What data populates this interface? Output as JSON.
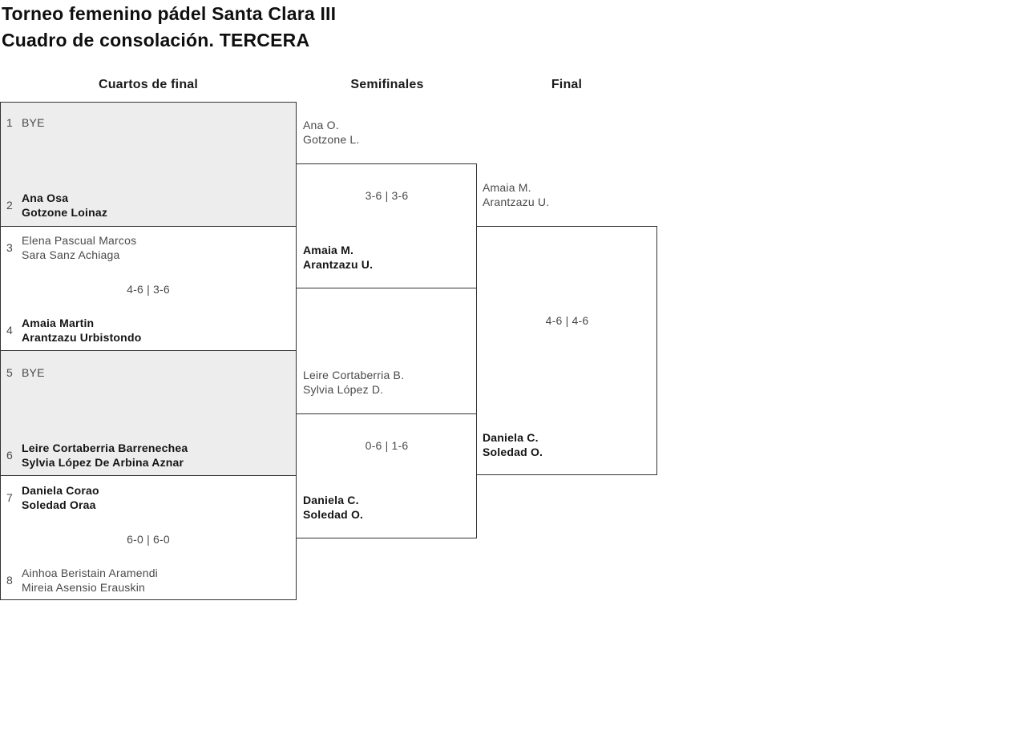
{
  "title": {
    "line1": "Torneo femenino pádel Santa Clara III",
    "line2": "Cuadro de consolación. TERCERA"
  },
  "colors": {
    "shaded_box_bg": "#ededed",
    "box_border": "#333333",
    "text_regular": "#4a4a4a",
    "text_winner": "#141414",
    "page_bg": "#ffffff"
  },
  "rounds": {
    "quarterfinals": {
      "label": "Cuartos de final",
      "matches": [
        {
          "top": {
            "seed": "1",
            "players": [
              "BYE"
            ]
          },
          "bottom": {
            "seed": "2",
            "players": [
              "Ana Osa",
              "Gotzone Loinaz"
            ],
            "winner": true
          }
        },
        {
          "top": {
            "seed": "3",
            "players": [
              "Elena Pascual Marcos",
              "Sara Sanz Achiaga"
            ]
          },
          "score": "4-6 | 3-6",
          "bottom": {
            "seed": "4",
            "players": [
              "Amaia Martin",
              "Arantzazu Urbistondo"
            ],
            "winner": true
          }
        },
        {
          "top": {
            "seed": "5",
            "players": [
              "BYE"
            ]
          },
          "bottom": {
            "seed": "6",
            "players": [
              "Leire Cortaberria Barrenechea",
              "Sylvia López De Arbina Aznar"
            ],
            "winner": true
          }
        },
        {
          "top": {
            "seed": "7",
            "players": [
              "Daniela Corao",
              "Soledad Oraa"
            ],
            "winner": true
          },
          "score": "6-0 | 6-0",
          "bottom": {
            "seed": "8",
            "players": [
              "Ainhoa Beristain Aramendi",
              "Mireia Asensio Erauskin"
            ]
          }
        }
      ]
    },
    "semifinals": {
      "label": "Semifinales",
      "matches": [
        {
          "top": {
            "players": [
              "Ana O.",
              "Gotzone L."
            ]
          },
          "score": "3-6 | 3-6",
          "bottom": {
            "players": [
              "Amaia M.",
              "Arantzazu U."
            ],
            "winner": true
          }
        },
        {
          "top": {
            "players": [
              "Leire Cortaberria B.",
              "Sylvia López D."
            ]
          },
          "score": "0-6 | 1-6",
          "bottom": {
            "players": [
              "Daniela C.",
              "Soledad O."
            ],
            "winner": true
          }
        }
      ]
    },
    "final": {
      "label": "Final",
      "match": {
        "top": {
          "players": [
            "Amaia M.",
            "Arantzazu U."
          ]
        },
        "score": "4-6 | 4-6",
        "bottom": {
          "players": [
            "Daniela C.",
            "Soledad O."
          ],
          "winner": true
        }
      }
    }
  }
}
